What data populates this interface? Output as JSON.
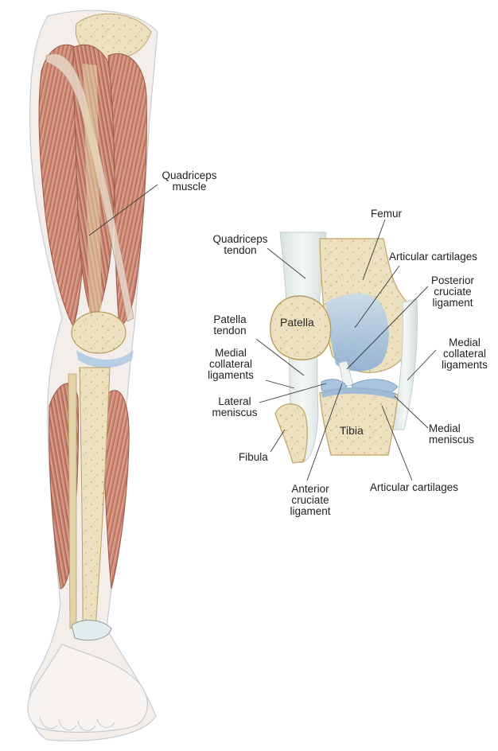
{
  "labels": {
    "quadriceps_muscle": "Quadriceps\nmuscle",
    "femur": "Femur",
    "quadriceps_tendon": "Quadriceps\ntendon",
    "articular_cartilages_top": "Articular cartilages",
    "posterior_cruciate_ligament": "Posterior\ncruciate\nligament",
    "patella": "Patella",
    "patella_tendon": "Patella\ntendon",
    "medial_collateral_ligaments_left": "Medial\ncollateral\nligaments",
    "medial_collateral_ligaments_right": "Medial\ncollateral\nligaments",
    "lateral_meniscus": "Lateral\nmeniscus",
    "tibia": "Tibia",
    "medial_meniscus": "Medial\nmeniscus",
    "fibula": "Fibula",
    "anterior_cruciate_ligament": "Anterior\ncruciate\nligament",
    "articular_cartilages_bottom": "Articular cartilages"
  },
  "colors": {
    "muscle": "#c9836f",
    "muscle_dark": "#a65f4c",
    "bone": "#e9dcb8",
    "bone_shade": "#cdb98a",
    "tendon": "#e3eae8",
    "cartilage": "#9fc0e0",
    "skin_outline": "#c8cdd3",
    "leader_line": "#3a3a3a"
  }
}
